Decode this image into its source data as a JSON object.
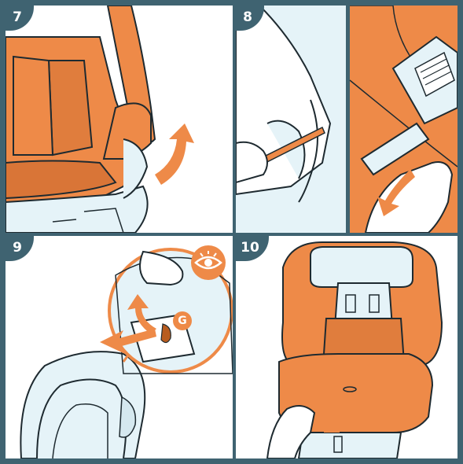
{
  "steps": [
    {
      "number": "7"
    },
    {
      "number": "8"
    },
    {
      "number": "9",
      "callout_label": "G"
    },
    {
      "number": "10"
    }
  ],
  "colors": {
    "frame": "#3f6371",
    "accent_orange": "#ee8a48",
    "plastic_blue": "#e5f3f8",
    "outline": "#1e2a30"
  },
  "icons": [
    "curved-arrow-icon",
    "eye-icon",
    "arrow-icon"
  ]
}
